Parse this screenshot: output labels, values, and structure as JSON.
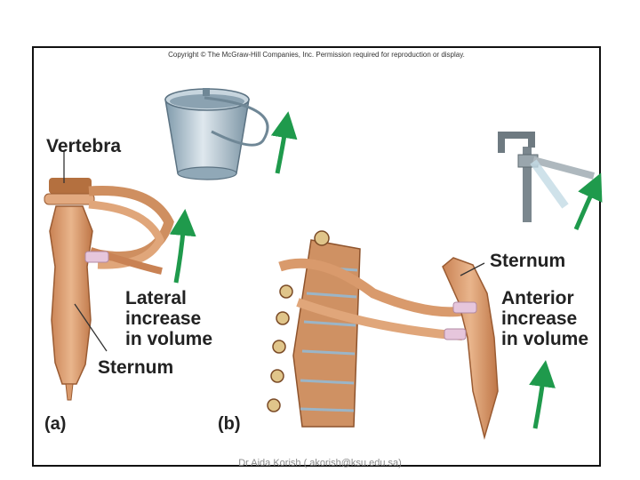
{
  "copyright": "Copyright © The McGraw-Hill Companies, Inc. Permission required for reproduction or display.",
  "labels": {
    "vertebra": "Vertebra",
    "lateral": [
      "Lateral",
      "increase",
      "in volume"
    ],
    "sternum_a": "Sternum",
    "sternum_b": "Sternum",
    "anterior": [
      "Anterior",
      "increase",
      "in volume"
    ],
    "panel_a": "(a)",
    "panel_b": "(b)"
  },
  "footer": "Dr Aida Korish ( akorish@ksu.edu.sa)",
  "colors": {
    "bone": "#d99a6c",
    "bone_dark": "#a8653a",
    "cartilage": "#e6c6dc",
    "arrow": "#1f9a4c",
    "bucket": "#a9bcc8",
    "pump": "#8f9aa1"
  }
}
